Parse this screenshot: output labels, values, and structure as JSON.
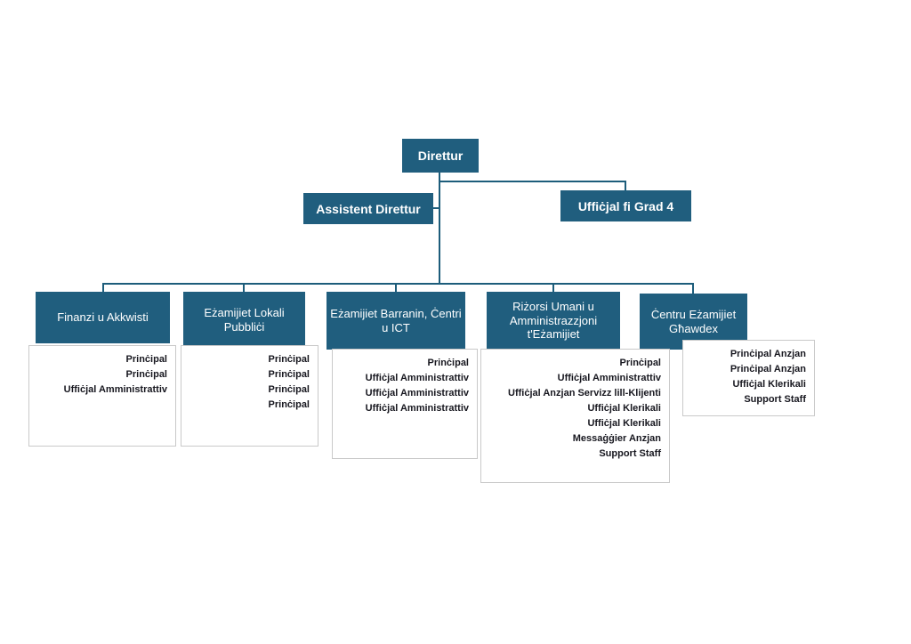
{
  "colors": {
    "node_bg": "#205e7e",
    "node_text": "#ffffff",
    "connector": "#1d5d7b",
    "staff_text": "#17171f",
    "staff_bg": "#ffffff",
    "staff_border": "#c9c9c9"
  },
  "org": {
    "root": {
      "label": "Direttur"
    },
    "deputies": [
      {
        "label": "Assistent Direttur"
      },
      {
        "label": "Uffiċjal fi Grad 4"
      }
    ],
    "departments": [
      {
        "label": "Finanzi u Akkwisti",
        "staff": [
          "Prinċipal",
          "Prinċipal",
          "Uffiċjal Amministrattiv"
        ]
      },
      {
        "label": "Eżamijiet Lokali Pubbliċi",
        "staff": [
          "Prinċipal",
          "Prinċipal",
          "Prinċipal",
          "Prinċipal"
        ]
      },
      {
        "label": "Eżamijiet Barranin, Ċentri u ICT",
        "staff": [
          "Prinċipal",
          "Uffiċjal Amministrattiv",
          "Uffiċjal Amministrattiv",
          "Uffiċjal Amministrattiv"
        ]
      },
      {
        "label": "Riżorsi Umani u Amministrazzjoni t'Eżamijiet",
        "staff": [
          "Prinċipal",
          "Uffiċjal Amministrattiv",
          "Uffiċjal Anzjan Servizz lill-Klijenti",
          "Uffiċjal Klerikali",
          "Uffiċjal Klerikali",
          "Messaġġier Anzjan",
          "Support Staff"
        ]
      },
      {
        "label": "Ċentru Eżamijiet Għawdex",
        "staff": [
          "Prinċipal Anzjan",
          "Prinċipal Anzjan",
          "Uffiċjal Klerikali",
          "Support Staff"
        ]
      }
    ]
  }
}
